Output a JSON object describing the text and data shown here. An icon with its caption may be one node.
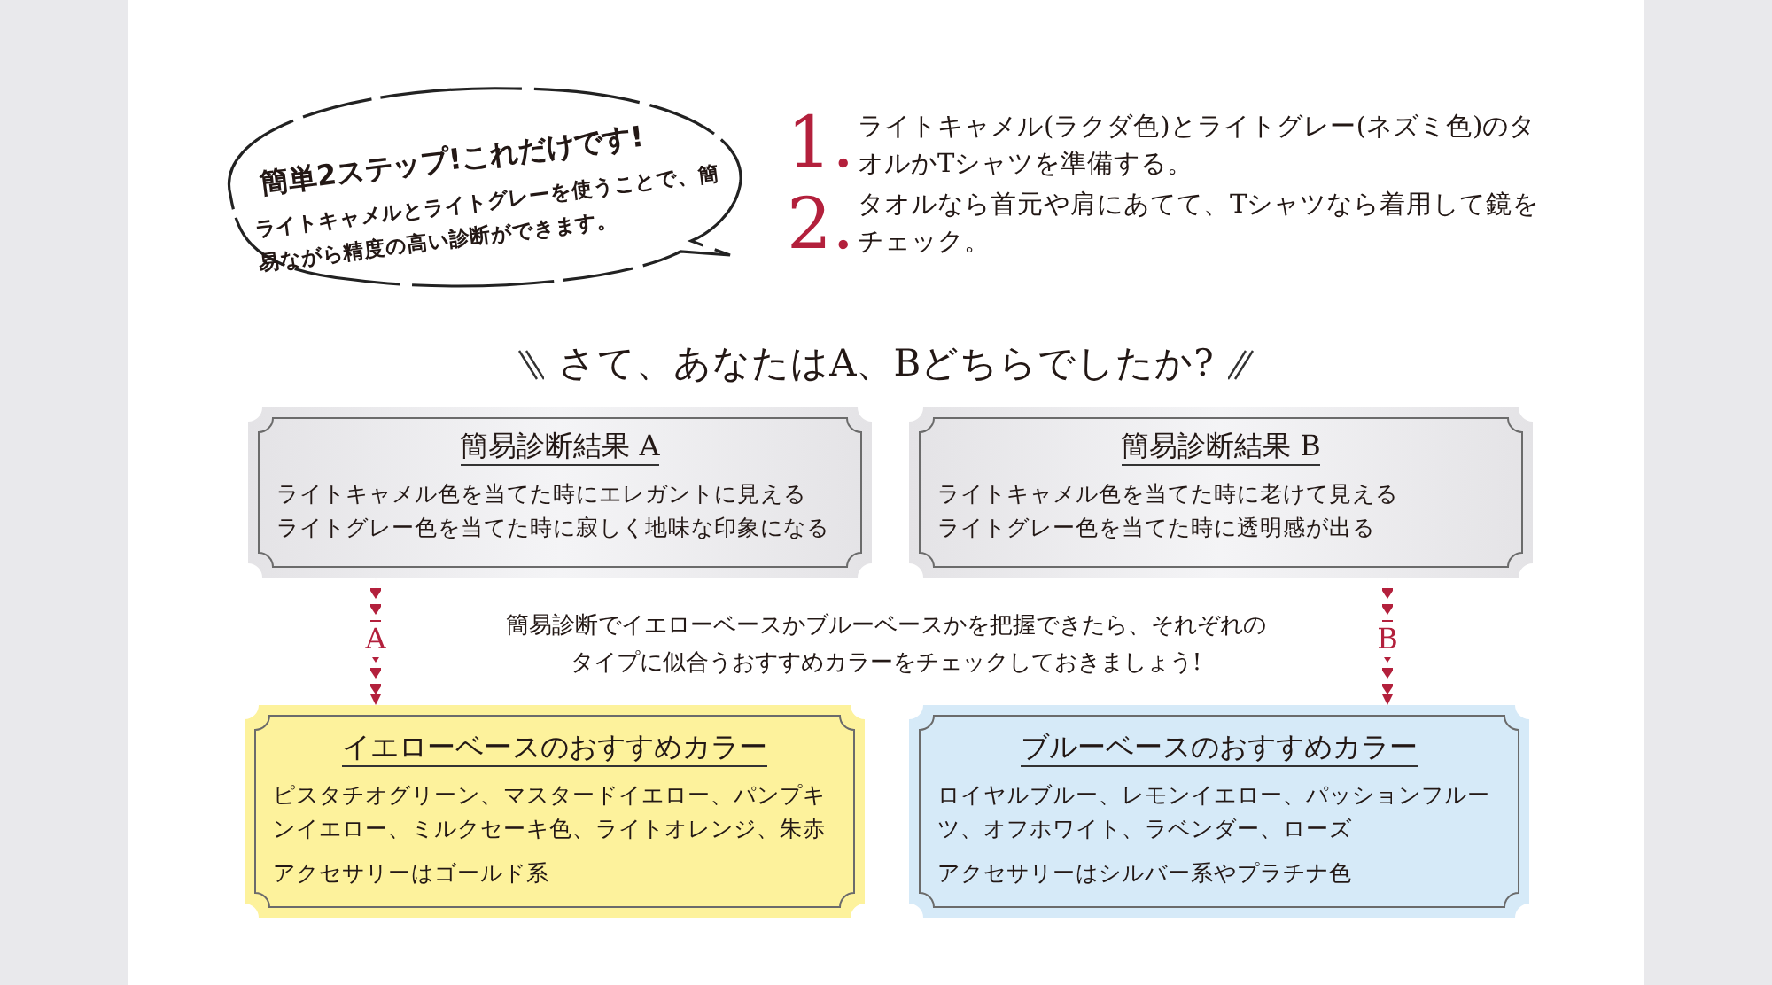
{
  "diagram": {
    "title": "さて、あなたはA、Bどちらでしたか?",
    "nodes": [
      {
        "text": [
          "簡単2ステップ!これだけです!",
          "ライトキャメルとライトグレーを使うことで、簡易ながら精度の高い診断ができます。"
        ]
      },
      {
        "text": [
          "簡易診断結果 A",
          "ライトキャメル色を当てた時にエレガントに見える",
          "ライトグレー色を当てた時に寂しく地味な印象になる"
        ]
      },
      {
        "text": [
          "簡易診断結果 B",
          "ライトキャメル色を当てた時に老けて見える",
          "ライトグレー色を当てた時に透明感が出る"
        ]
      },
      {
        "text": [
          "イエローベースのおすすめカラー",
          "ピスタチオグリーン、マスタードイエロー、パンプキンイエロー、ミルクセーキ色、ライトオレンジ、朱赤",
          "アクセサリーはゴールド系"
        ]
      },
      {
        "text": [
          "ブルーベースのおすすめカラー",
          "ロイヤルブルー、レモンイエロー、パッションフルーツ、オフホワイト、ラベンダー、ローズ",
          "アクセサリーはシルバー系やプラチナ色"
        ]
      }
    ],
    "edges": [
      {
        "from": 1,
        "to": 3,
        "arrow": "to",
        "label": "A"
      },
      {
        "from": 2,
        "to": 4,
        "arrow": "to",
        "label": "B"
      }
    ],
    "labels": [
      "1.",
      "ライトキャメル(ラクダ色)とライトグレー(ネズミ色)のタオルかTシャツを準備する。",
      "2.",
      "タオルなら首元や肩にあてて、Tシャツなら着用して鏡をチェック。",
      "簡易診断でイエローベースかブルーベースかを把握できたら、それぞれのタイプに似合うおすすめカラーをチェックしておきましょう!"
    ]
  }
}
